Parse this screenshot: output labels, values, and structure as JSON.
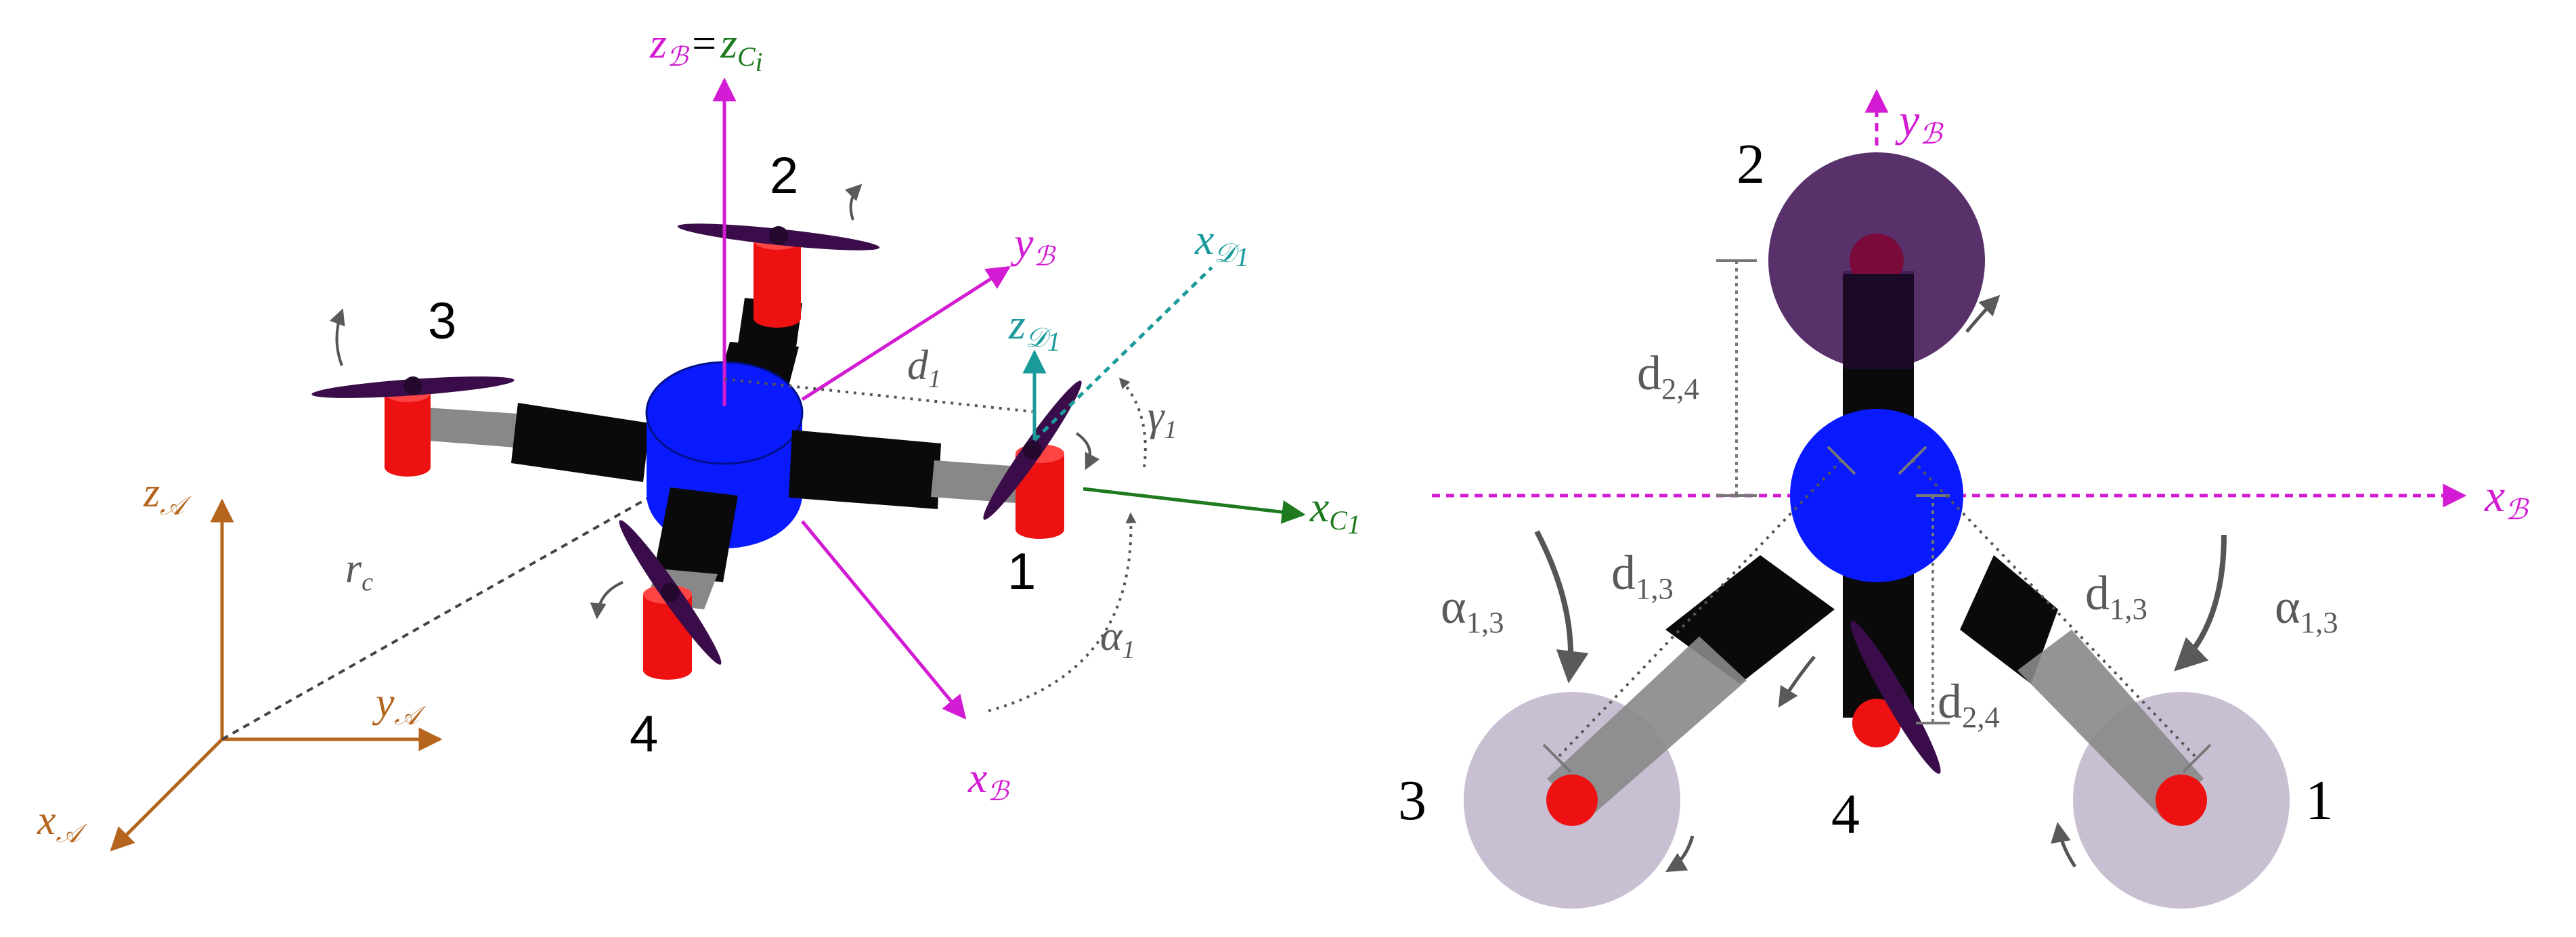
{
  "colors": {
    "magenta": "#d21bd2",
    "teal": "#1a9a9a",
    "green": "#1e7a1e",
    "orange": "#b5651d",
    "gray": "#5a5a5a",
    "blue": "#0a1aff",
    "red": "#ee1111",
    "black": "#0a0a0a",
    "arm_gray": "#888888",
    "prop_purple": "#3a0d4a",
    "disc_dark": "#4a1f5e",
    "disc_light": "#c9bfd3"
  },
  "left": {
    "axes_A": {
      "z": {
        "base": "z",
        "sub": "𝒜"
      },
      "y": {
        "base": "y",
        "sub": "𝒜"
      },
      "x": {
        "base": "x",
        "sub": "𝒜"
      }
    },
    "rc": {
      "base": "r",
      "sub": "c"
    },
    "zB_eq": {
      "lhs_base": "z",
      "lhs_sub": "ℬ",
      "eq": "=",
      "rhs_base": "z",
      "rhs_sub": "C",
      "rhs_sub2": "i"
    },
    "yB": {
      "base": "y",
      "sub": "ℬ"
    },
    "xB": {
      "base": "x",
      "sub": "ℬ"
    },
    "xD1": {
      "base": "x",
      "sub": "𝒟",
      "sub2": "1"
    },
    "zD1": {
      "base": "z",
      "sub": "𝒟",
      "sub2": "1"
    },
    "xC1": {
      "base": "x",
      "sub": "C",
      "sub2": "1"
    },
    "d1": {
      "base": "d",
      "sub": "1"
    },
    "gamma1": {
      "base": "γ",
      "sub": "1"
    },
    "alpha1": {
      "base": "α",
      "sub": "1"
    },
    "rotor_numbers": [
      "1",
      "2",
      "3",
      "4"
    ]
  },
  "right": {
    "yB": {
      "base": "y",
      "sub": "ℬ"
    },
    "xB": {
      "base": "x",
      "sub": "ℬ"
    },
    "d24_top": {
      "base": "d",
      "sub": "2,4"
    },
    "d24_bottom": {
      "base": "d",
      "sub": "2,4"
    },
    "d13_left": {
      "base": "d",
      "sub": "1,3"
    },
    "d13_right": {
      "base": "d",
      "sub": "1,3"
    },
    "alpha13_left": {
      "base": "α",
      "sub": "1,3"
    },
    "alpha13_right": {
      "base": "α",
      "sub": "1,3"
    },
    "rotor_numbers": [
      "1",
      "2",
      "3",
      "4"
    ]
  }
}
